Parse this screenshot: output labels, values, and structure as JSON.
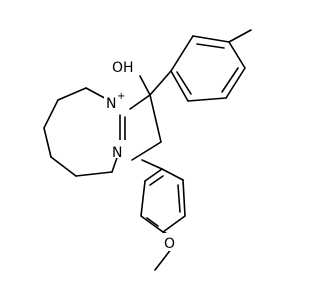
{
  "molecule": {
    "atoms": {
      "n_plus": "N",
      "n_plus_charge": "+",
      "n1": "N",
      "hydroxyl": "OH",
      "methoxy_o": "O"
    },
    "colors": {
      "bond": "#000000",
      "label": "#000000",
      "background": "#ffffff"
    }
  }
}
